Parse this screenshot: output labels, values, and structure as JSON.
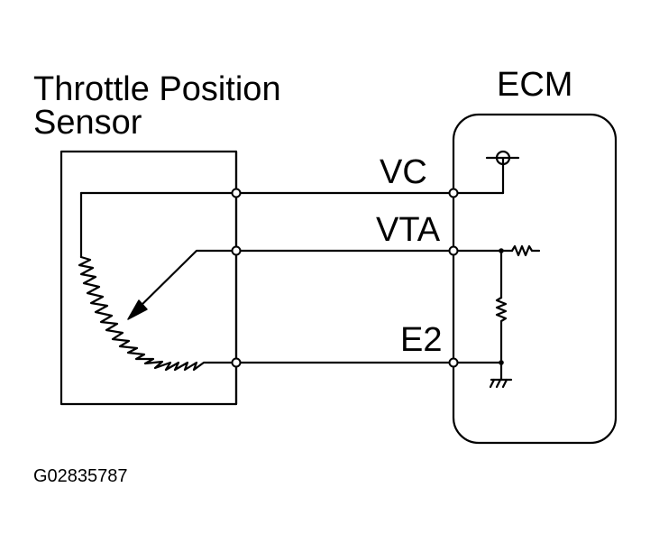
{
  "sensor": {
    "title_line1": "Throttle Position",
    "title_line2": "Sensor"
  },
  "ecm": {
    "title": "ECM"
  },
  "terminals": {
    "vc": "VC",
    "vta": "VTA",
    "e2": "E2"
  },
  "figure_id": "G02835787"
}
